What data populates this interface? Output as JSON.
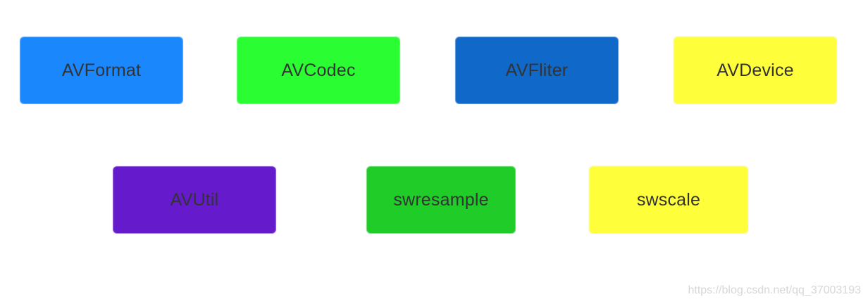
{
  "modules": [
    {
      "label": "AVFormat",
      "color": "#1a87fc"
    },
    {
      "label": "AVCodec",
      "color": "#2afe33"
    },
    {
      "label": "AVFliter",
      "color": "#1068c8"
    },
    {
      "label": "AVDevice",
      "color": "#fefe3a"
    },
    {
      "label": "AVUtil",
      "color": "#651acb"
    },
    {
      "label": "swresample",
      "color": "#1fcc28"
    },
    {
      "label": "swscale",
      "color": "#fefe3a"
    }
  ],
  "watermark": "https://blog.csdn.net/qq_37003193"
}
